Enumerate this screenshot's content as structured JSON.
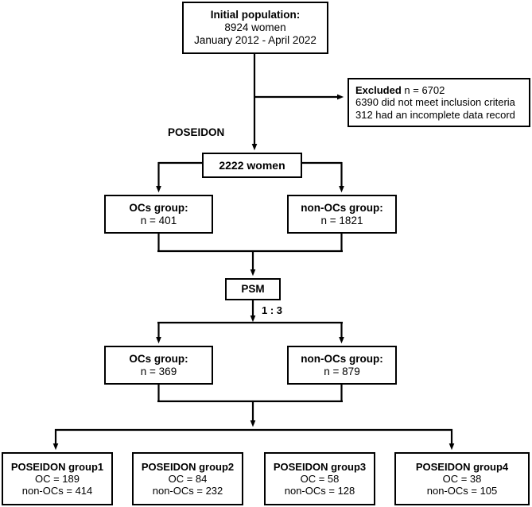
{
  "diagram": {
    "title": "POSEIDON cohort study flow diagram",
    "type": "flowchart",
    "line_color": "#000000",
    "background_color": "#ffffff",
    "nodes": {
      "initial": {
        "line1": "Initial population:",
        "line2": "8924 women",
        "line3": "January 2012 - April 2022"
      },
      "excluded": {
        "line1_bold": "Excluded",
        "line1_rest": " n = 6702",
        "line1": "Excluded n = 6702",
        "line2": "6390 did not meet inclusion criteria",
        "line3": "312 had an incomplete data record"
      },
      "cohort": {
        "line1": "2222 women"
      },
      "ocs_group_1": {
        "line1": "OCs group:",
        "line2": "n = 401"
      },
      "non_ocs_group_1": {
        "line1": "non-OCs group:",
        "line2": "n = 1821"
      },
      "psm": {
        "line1": "PSM"
      },
      "ocs_group_2": {
        "line1": "OCs group:",
        "line2": "n = 369"
      },
      "non_ocs_group_2": {
        "line1": "non-OCs group:",
        "line2": "n = 879"
      },
      "poseidon_group_1": {
        "line1": "POSEIDON group1",
        "line2": "OC = 189",
        "line3": "non-OCs = 414"
      },
      "poseidon_group_2": {
        "line1": "POSEIDON group2",
        "line2": "OC = 84",
        "line3": "non-OCs = 232"
      },
      "poseidon_group_3": {
        "line1": "POSEIDON group3",
        "line2": "OC = 58",
        "line3": "non-OCs = 128"
      },
      "poseidon_group_4": {
        "line1": "POSEIDON group4",
        "line2": "OC = 38",
        "line3": "non-OCs = 105"
      }
    },
    "edge_labels": {
      "poseidon": "POSEIDON",
      "ratio": "1 : 3"
    }
  }
}
